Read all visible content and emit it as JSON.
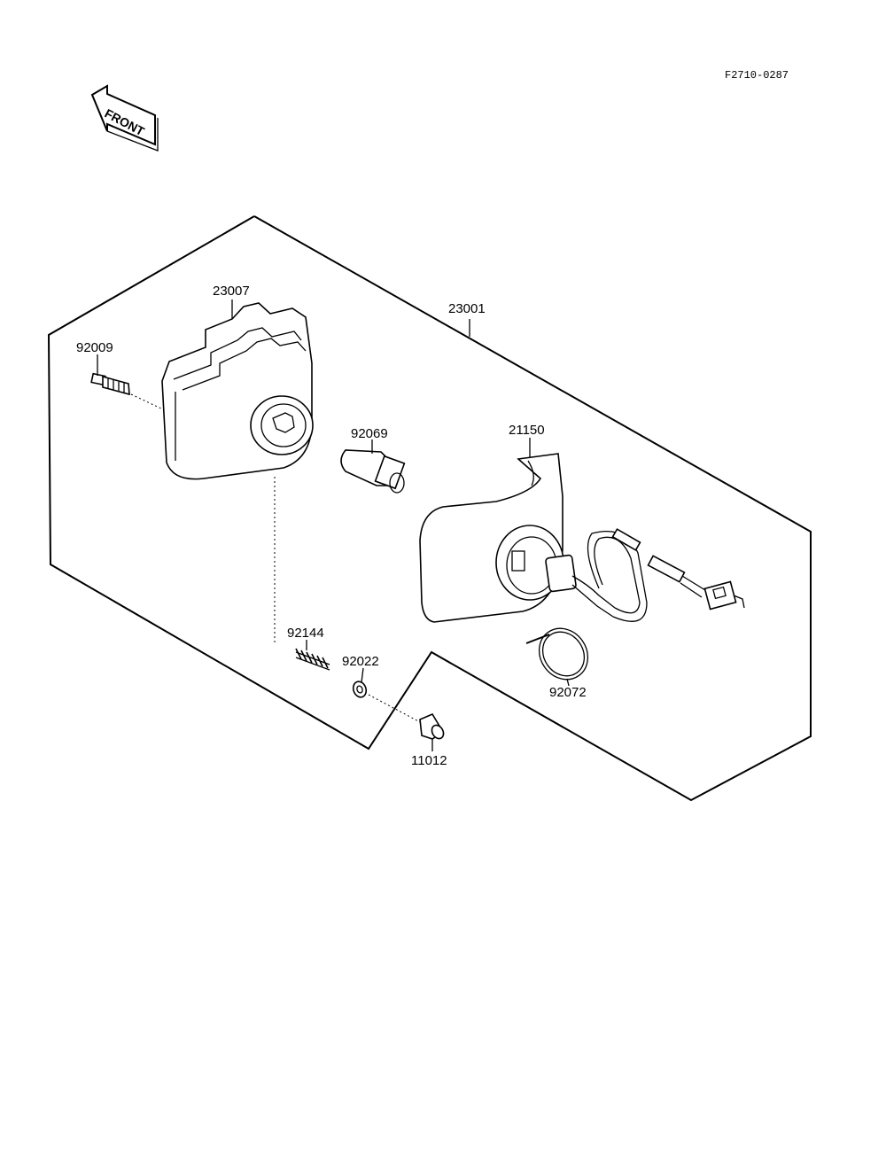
{
  "drawing_code": "F2710-0287",
  "front_label": "FRONT",
  "parts": {
    "assembly": "23001",
    "housing": "23007",
    "screw": "92009",
    "bulb": "92069",
    "socket": "21150",
    "spring": "92144",
    "washer": "92022",
    "collar": "11012",
    "clamp": "92072"
  }
}
